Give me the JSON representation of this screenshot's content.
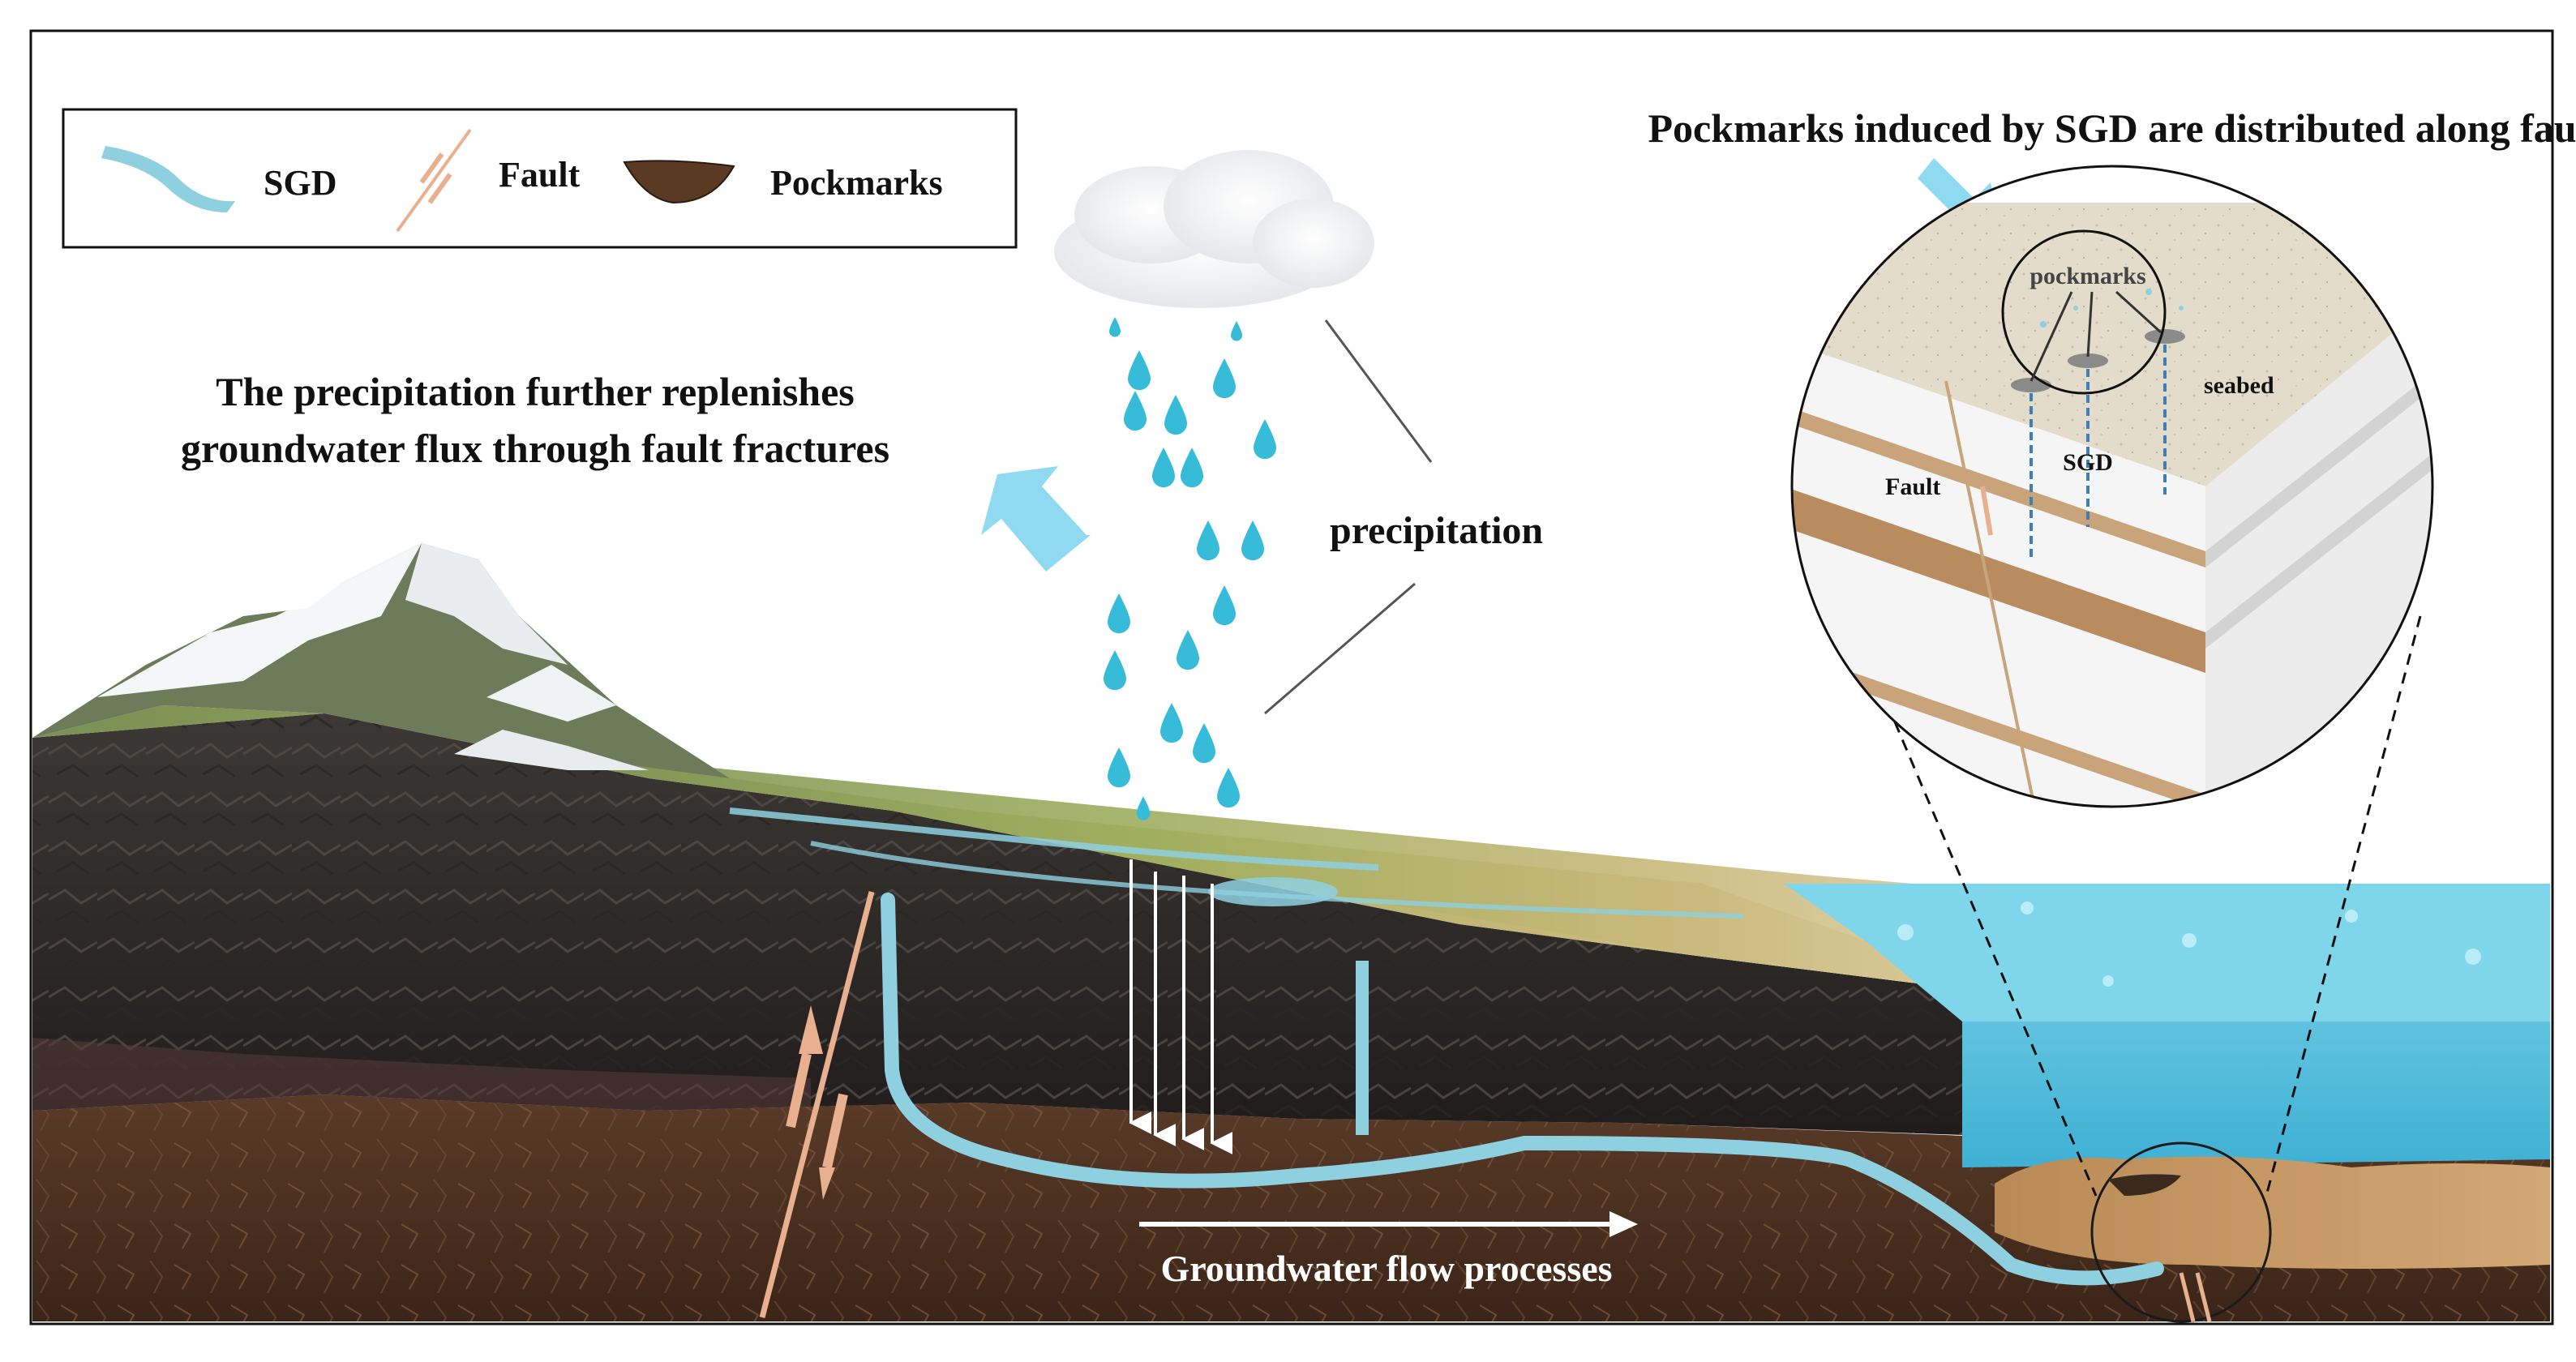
{
  "legend": {
    "sgd_label": "SGD",
    "fault_label": "Fault",
    "pockmarks_label": "Pockmarks"
  },
  "annotations": {
    "replenish_line1": "The precipitation further replenishes",
    "replenish_line2": "groundwater flux through fault fractures",
    "precipitation": "precipitation",
    "groundwater_flow": "Groundwater flow processes",
    "inset_title": "Pockmarks induced by SGD are distributed along faults"
  },
  "inset": {
    "pockmarks_label": "pockmarks",
    "seabed_label": "seabed",
    "sgd_label": "SGD",
    "fault_label": "Fault"
  },
  "colors": {
    "sgd_water": "#8ecfe0",
    "fault": "#e8b08e",
    "pockmark": "#5a3a22",
    "sea": "#55bcd8",
    "rain": "#36bcd8",
    "callout_arrow": "#8fdaf0"
  }
}
